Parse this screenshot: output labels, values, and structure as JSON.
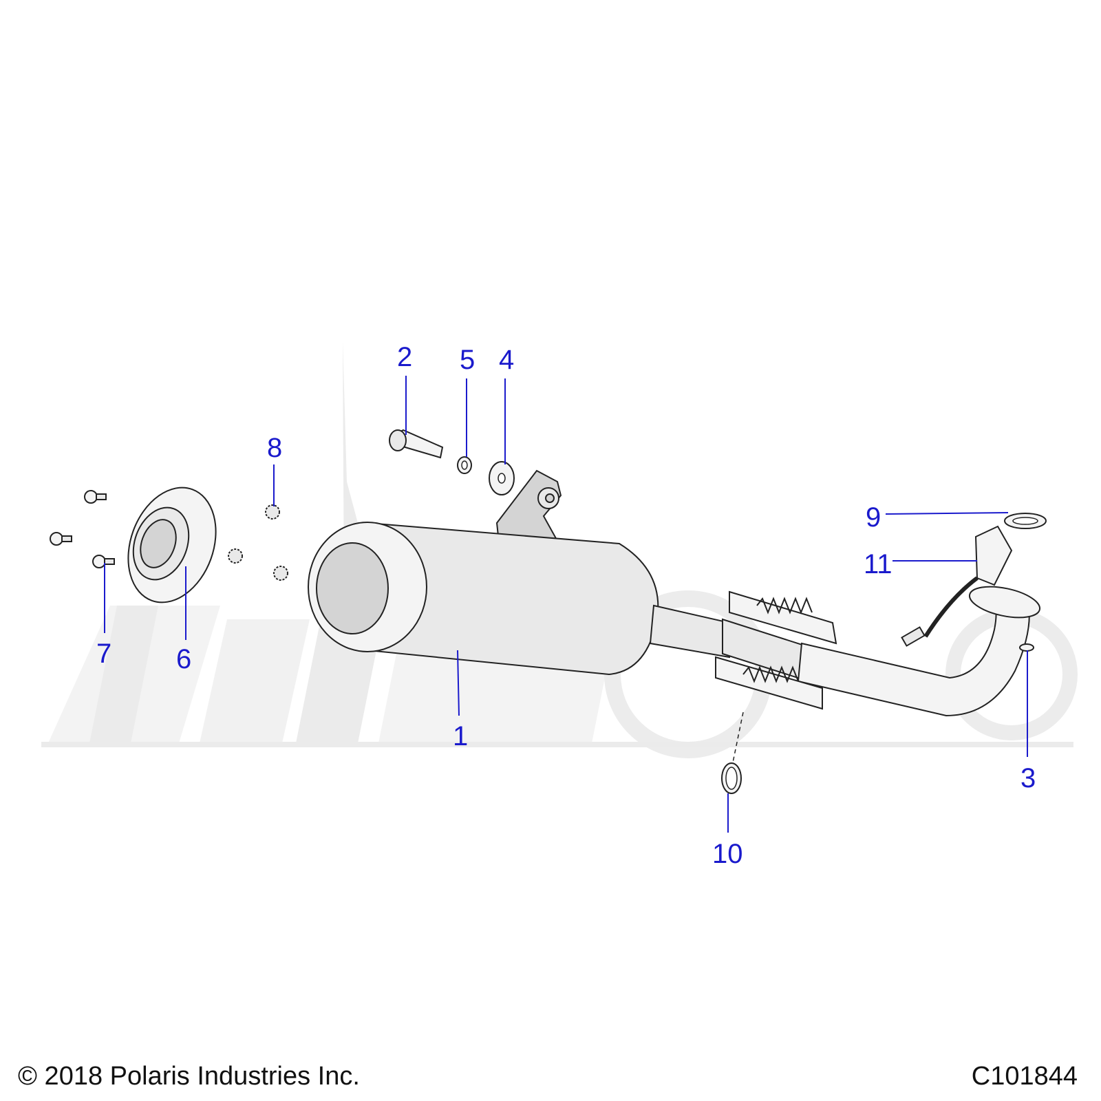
{
  "footer": {
    "copyright": "© 2018 Polaris Industries Inc.",
    "figure_id": "C101844"
  },
  "callouts": [
    {
      "id": "c1",
      "label": "1"
    },
    {
      "id": "c2",
      "label": "2"
    },
    {
      "id": "c3",
      "label": "3"
    },
    {
      "id": "c4",
      "label": "4"
    },
    {
      "id": "c5",
      "label": "5"
    },
    {
      "id": "c6",
      "label": "6"
    },
    {
      "id": "c7",
      "label": "7"
    },
    {
      "id": "c8",
      "label": "8"
    },
    {
      "id": "c9",
      "label": "9"
    },
    {
      "id": "c10",
      "label": "10"
    },
    {
      "id": "c11",
      "label": "11"
    }
  ],
  "colors": {
    "callout": "#1a1acc",
    "outline": "#222222",
    "watermark": "#ebebeb"
  }
}
